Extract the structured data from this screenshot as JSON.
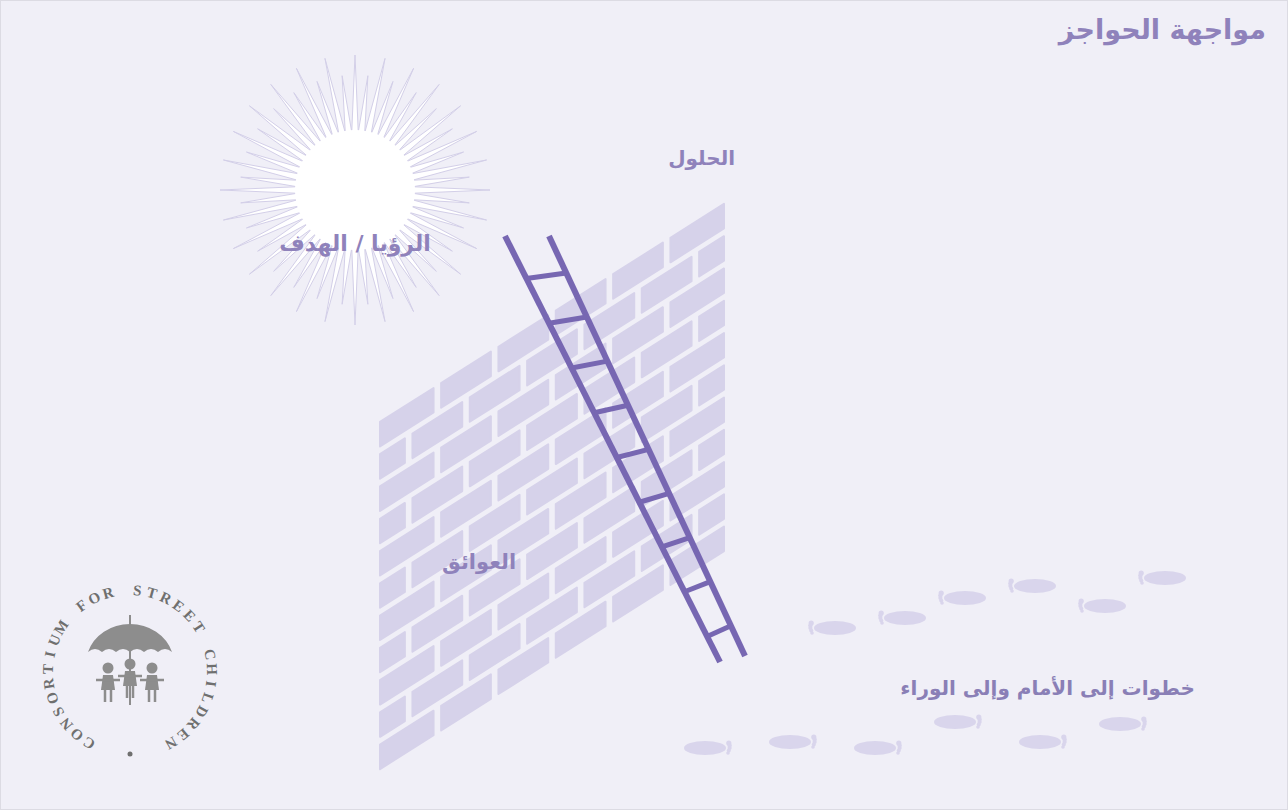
{
  "diagram": {
    "title": "مواجهة الحواجز",
    "nodes": [
      {
        "text": [
          "الرؤيا / الهدف"
        ]
      },
      {
        "text": [
          "العوائق"
        ]
      }
    ],
    "labels": [
      "الحلول",
      "خطوات إلى الأمام وإلى الوراء",
      "CONSORTIUM FOR STREET CHILDREN"
    ]
  }
}
